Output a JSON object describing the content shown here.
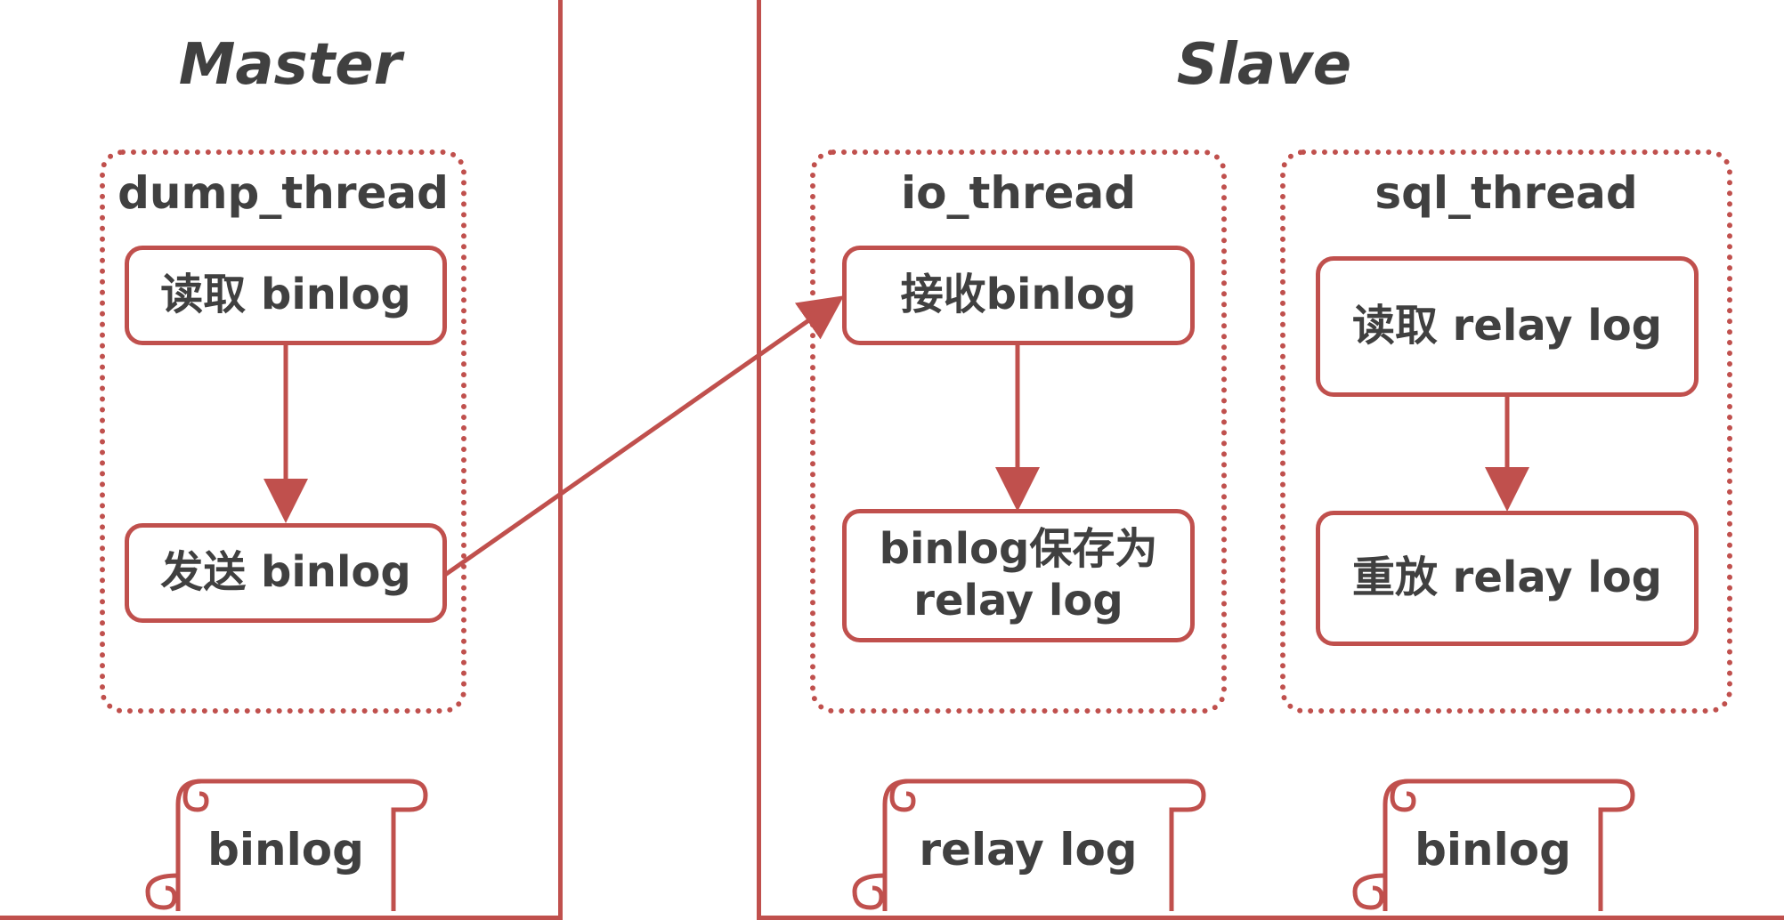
{
  "master": {
    "title": "Master",
    "dump_thread": {
      "title": "dump_thread",
      "steps": [
        "读取 binlog",
        "发送 binlog"
      ]
    },
    "file": "binlog"
  },
  "slave": {
    "title": "Slave",
    "io_thread": {
      "title": "io_thread",
      "steps": [
        "接收binlog",
        "binlog保存为\nrelay log"
      ]
    },
    "sql_thread": {
      "title": "sql_thread",
      "steps": [
        "读取 relay log",
        "重放 relay log"
      ]
    },
    "files": [
      "relay log",
      "binlog"
    ]
  },
  "colors": {
    "accent": "#c0504d",
    "text": "#404040"
  }
}
